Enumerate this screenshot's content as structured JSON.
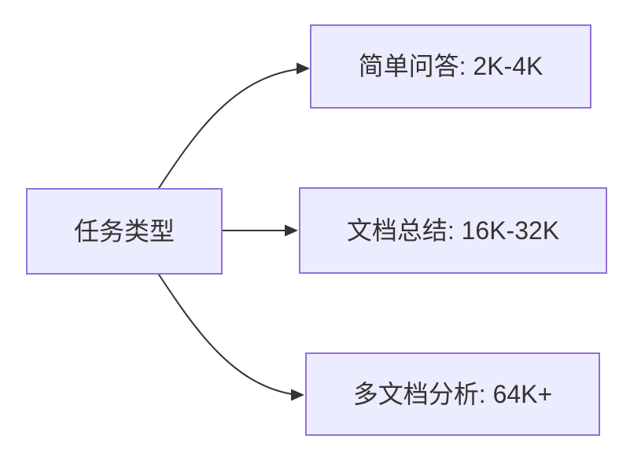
{
  "diagram": {
    "type": "flowchart",
    "direction": "left-to-right",
    "colors": {
      "background": "#FFFFFF",
      "node_fill": "#ECECFF",
      "node_border": "#9370DB",
      "edge": "#333333",
      "text": "#333333"
    },
    "nodes": {
      "root": {
        "label": "任务类型"
      },
      "qa": {
        "label": "简单问答: 2K-4K"
      },
      "summary": {
        "label": "文档总结: 16K-32K"
      },
      "multi": {
        "label": "多文档分析: 64K+"
      }
    },
    "edges": [
      {
        "from": "root",
        "to": "qa",
        "style": "curved-up"
      },
      {
        "from": "root",
        "to": "summary",
        "style": "straight"
      },
      {
        "from": "root",
        "to": "multi",
        "style": "curved-down"
      }
    ]
  }
}
